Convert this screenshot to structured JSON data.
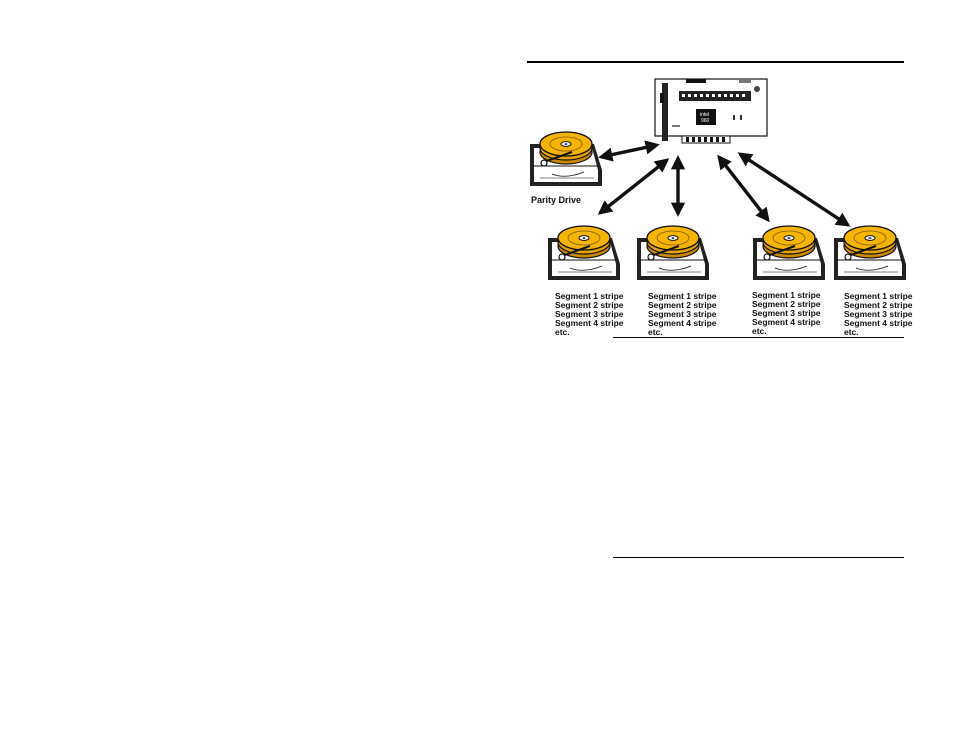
{
  "colors": {
    "platter": "#f4b400",
    "platter_shade": "#d99700",
    "ink": "#111111",
    "board": "#ffffff"
  },
  "icons": {
    "controller": "raid-controller-card-icon",
    "drive": "hard-drive-icon",
    "arrow": "double-headed-arrow-icon"
  },
  "card": {
    "chip_label_1": "intel",
    "chip_label_2": "960"
  },
  "parity": {
    "label": "Parity Drive"
  },
  "drives": [
    {
      "lines": [
        "Segment 1 stripe",
        "Segment 2 stripe",
        "Segment 3 stripe",
        "Segment 4 stripe",
        "etc."
      ]
    },
    {
      "lines": [
        "Segment 1 stripe",
        "Segment 2 stripe",
        "Segment 3 stripe",
        "Segment 4 stripe",
        "etc."
      ]
    },
    {
      "lines": [
        "Segment 1 stripe",
        "Segment 2 stripe",
        "Segment 3 stripe",
        "Segment 4 stripe",
        "etc."
      ]
    },
    {
      "lines": [
        "Segment 1 stripe",
        "Segment 2 stripe",
        "Segment 3 stripe",
        "Segment 4 stripe",
        "etc."
      ]
    }
  ]
}
